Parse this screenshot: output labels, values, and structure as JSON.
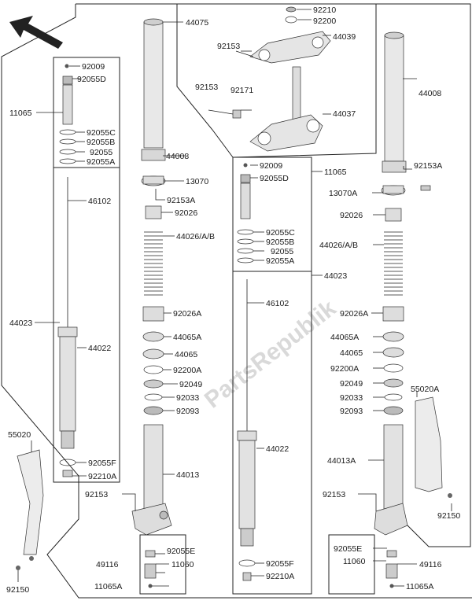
{
  "watermark": "PartsRepublik",
  "labels": {
    "l44075": "44075",
    "l92210": "92210",
    "l92200": "92200",
    "l44039": "44039",
    "l92153_top": "92153",
    "l92153_mid": "92153",
    "l92171": "92171",
    "l44037": "44037",
    "l44008_left": "44008",
    "l44008_right": "44008",
    "l92009_left": "92009",
    "l92055D_left": "92055D",
    "l11065_left": "11065",
    "l92055C_left": "92055C",
    "l92055B_left": "92055B",
    "l92055_left": "92055",
    "l92055A_left": "92055A",
    "l46102_left": "46102",
    "l44023_left": "44023",
    "l44022_left": "44022",
    "l55020": "55020",
    "l92055F_left": "92055F",
    "l92210A_left": "92210A",
    "l92153_bl": "92153",
    "l92150_left": "92150",
    "l13070": "13070",
    "l92153A_left": "92153A",
    "l92026_left": "92026",
    "l44026AB_left": "44026/A/B",
    "l92026A_left": "92026A",
    "l44065A_left": "44065A",
    "l44065_left": "44065",
    "l92200A_left": "92200A",
    "l92049_left": "92049",
    "l92033_left": "92033",
    "l92093_left": "92093",
    "l44013": "44013",
    "l92055E_left": "92055E",
    "l49116_left": "49116",
    "l11060_left": "11060",
    "l11065A_left": "11065A",
    "l92009_mid": "92009",
    "l92055D_mid": "92055D",
    "l11065_mid": "11065",
    "l92055C_mid": "92055C",
    "l92055B_mid": "92055B",
    "l92055_mid": "92055",
    "l92055A_mid": "92055A",
    "l44023_mid": "44023",
    "l46102_mid": "46102",
    "l44022_mid": "44022",
    "l92055F_mid": "92055F",
    "l92210A_mid": "92210A",
    "l92153A_right": "92153A",
    "l13070A": "13070A",
    "l92026_right": "92026",
    "l44026AB_right": "44026/A/B",
    "l92026A_right": "92026A",
    "l44065A_right": "44065A",
    "l44065_right": "44065",
    "l92200A_right": "92200A",
    "l92049_right": "92049",
    "l92033_right": "92033",
    "l92093_right": "92093",
    "l55020A": "55020A",
    "l44013A": "44013A",
    "l92153_br": "92153",
    "l92150_right": "92150",
    "l92055E_right": "92055E",
    "l11060_right": "11060",
    "l49116_right": "49116",
    "l11065A_right": "11065A"
  }
}
